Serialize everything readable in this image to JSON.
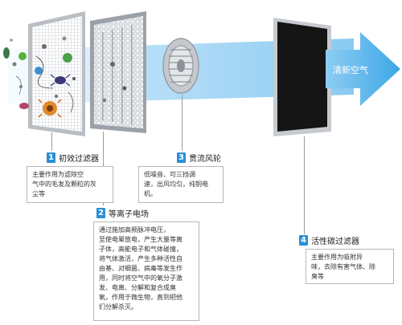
{
  "arrow_label": "清新空气",
  "colors": {
    "accent": "#2a8fd6",
    "airflow": "#9fd3f5",
    "arrow_head": "#4fb0ea",
    "frame": "#a9a9a9",
    "carbon": "#151515"
  },
  "callouts": [
    {
      "number": "1",
      "title": "初效过滤器",
      "desc_lines": [
        "主要作用为滤除空",
        "气中的毛发及颗粒的灰",
        "尘等"
      ]
    },
    {
      "number": "2",
      "title": "等离子电场",
      "desc_lines": [
        "通过施加高频脉冲电压，",
        "至使电晕放电，产生大量等离",
        "子体，高能电子和气体碰撞，",
        "将气体激活，产生多种活性自",
        "由基、对细菌、病毒等发生作",
        "用，同时将空气中的氧分子激",
        "发、电离、分解和复合成臭",
        "氧，作用于微生物，直到把他",
        "们分解杀灭。"
      ]
    },
    {
      "number": "3",
      "title": "贯流风轮",
      "desc_lines": [
        "低噪音、可三挡调",
        "速，出风均匀，纯铜电",
        "机。"
      ]
    },
    {
      "number": "4",
      "title": "活性碳过滤器",
      "desc_lines": [
        "主要作用为吸附异",
        "味，去除有害气体、除",
        "臭等"
      ]
    }
  ],
  "icons": [
    "dust-particle-icon",
    "germ-icon",
    "mite-icon",
    "hair-fiber-icon"
  ]
}
